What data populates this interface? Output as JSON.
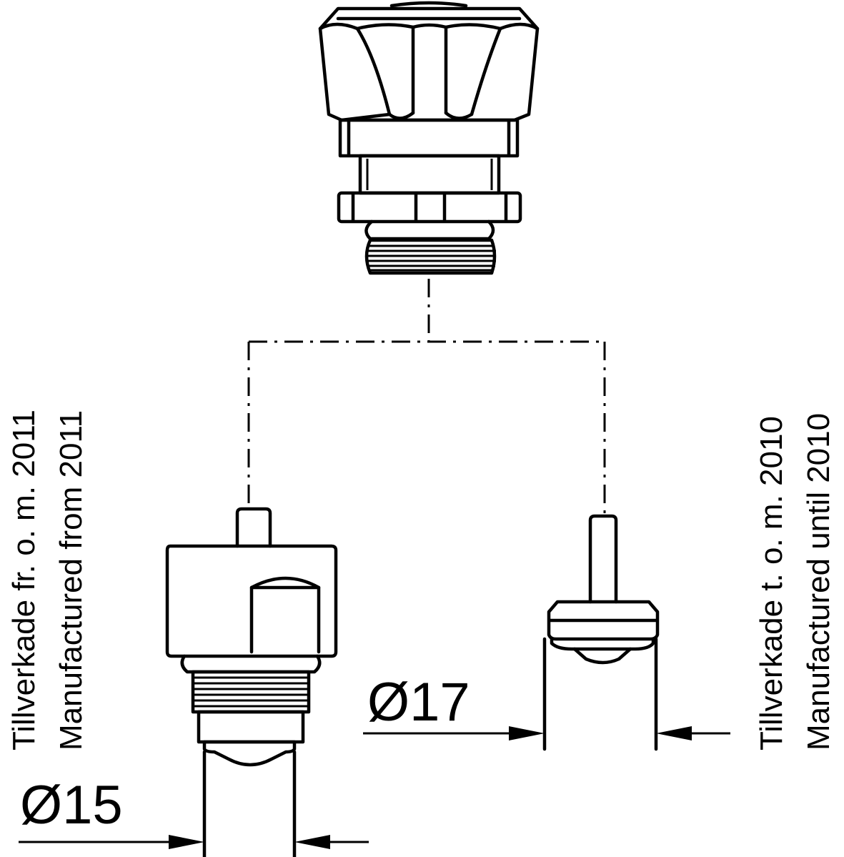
{
  "drawing": {
    "left_note": {
      "line1": "Tillverkade fr. o. m. 2011",
      "line2": "Manufactured from 2011"
    },
    "right_note": {
      "line1": "Tillverkade t. o. m. 2010",
      "line2": "Manufactured until 2010"
    },
    "dimensions": {
      "left_diameter": "Ø15",
      "right_diameter": "Ø17"
    }
  }
}
